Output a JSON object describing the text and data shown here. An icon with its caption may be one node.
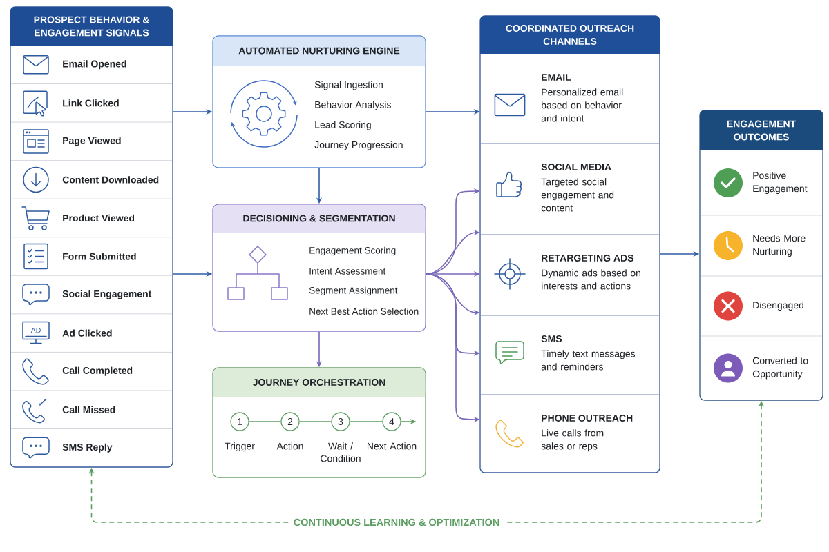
{
  "diagram": {
    "nodes": [
      {
        "text": [
          "PROSPECT BEHAVIOR & ENGAGEMENT SIGNALS"
        ]
      },
      {
        "text": [
          "Email Opened"
        ],
        "in": 0
      },
      {
        "text": [
          "Link Clicked"
        ],
        "in": 0
      },
      {
        "text": [
          "Page Viewed"
        ],
        "in": 0
      },
      {
        "text": [
          "Content Downloaded"
        ],
        "in": 0
      },
      {
        "text": [
          "Product Viewed"
        ],
        "in": 0
      },
      {
        "text": [
          "Form Submitted"
        ],
        "in": 0
      },
      {
        "text": [
          "Social Engagement"
        ],
        "in": 0
      },
      {
        "text": [
          "Ad Clicked"
        ],
        "in": 0
      },
      {
        "text": [
          "Call Completed"
        ],
        "in": 0
      },
      {
        "text": [
          "Call Missed"
        ],
        "in": 0
      },
      {
        "text": [
          "SMS Reply"
        ],
        "in": 0
      },
      {
        "text": [
          "AUTOMATED NURTURING ENGINE",
          "Signal Ingestion",
          "Behavior Analysis",
          "Lead Scoring",
          "Journey Progression"
        ]
      },
      {
        "text": [
          "DECISIONING & SEGMENTATION",
          "Engagement Scoring",
          "Intent Assessment",
          "Segment Assignment",
          "Next Best Action Selection"
        ]
      },
      {
        "text": [
          "JOURNEY ORCHESTRATION"
        ]
      },
      {
        "text": [
          "1"
        ],
        "beside": [
          "Trigger"
        ],
        "in": 14
      },
      {
        "text": [
          "2"
        ],
        "beside": [
          "Action"
        ],
        "in": 14
      },
      {
        "text": [
          "3"
        ],
        "beside": [
          "Wait / Condition"
        ],
        "in": 14
      },
      {
        "text": [
          "4"
        ],
        "beside": [
          "Next Action"
        ],
        "in": 14
      },
      {
        "text": [
          "COORDINATED OUTREACH CHANNELS"
        ]
      },
      {
        "text": [
          "EMAIL",
          "Personalized email based on behavior and intent"
        ],
        "in": 19
      },
      {
        "text": [
          "SOCIAL MEDIA",
          "Targeted social engagement and content"
        ],
        "in": 19
      },
      {
        "text": [
          "RETARGETING ADS",
          "Dynamic ads based on interests and actions"
        ],
        "in": 19
      },
      {
        "text": [
          "SMS",
          "Timely text messages and reminders"
        ],
        "in": 19
      },
      {
        "text": [
          "PHONE OUTREACH",
          "Live calls from sales or reps"
        ],
        "in": 19
      },
      {
        "text": [
          "ENGAGEMENT OUTCOMES"
        ]
      },
      {
        "text": [
          "Positive Engagement"
        ],
        "in": 25
      },
      {
        "text": [
          "Needs More Nurturing"
        ],
        "in": 25
      },
      {
        "text": [
          "Disengaged"
        ],
        "in": 25
      },
      {
        "text": [
          "Converted to Opportunity"
        ],
        "in": 25
      }
    ],
    "edges": [
      {
        "from": 0,
        "to": 12,
        "arrow": "to",
        "color": "#2f5da6"
      },
      {
        "from": 0,
        "to": 13,
        "arrow": "to",
        "color": "#2f5da6"
      },
      {
        "from": 12,
        "to": 20,
        "arrow": "to",
        "color": "#2f5da6"
      },
      {
        "from": 12,
        "to": 13,
        "arrow": "to",
        "color": "#2f5da6"
      },
      {
        "from": 13,
        "to": 14,
        "arrow": "to"
      },
      {
        "from": 13,
        "to": 21,
        "arrow": "to"
      },
      {
        "from": 13,
        "to": 21,
        "arrow": "to"
      },
      {
        "from": 13,
        "to": 22,
        "arrow": "to"
      },
      {
        "from": 13,
        "to": 22,
        "arrow": "to"
      },
      {
        "from": 13,
        "to": 23,
        "arrow": "to"
      },
      {
        "from": 13,
        "to": 24,
        "arrow": "to"
      },
      {
        "from": 15,
        "to": 16,
        "arrow": "none",
        "color": "#5c9e62"
      },
      {
        "from": 16,
        "to": 17,
        "arrow": "none",
        "color": "#5c9e62"
      },
      {
        "from": 17,
        "to": 18,
        "arrow": "none",
        "color": "#5c9e62"
      },
      {
        "from": 18,
        "to": null,
        "arrow": "to",
        "color": "#5c9e62"
      },
      {
        "from": 19,
        "to": 25,
        "arrow": "to",
        "color": "#2f5da6"
      },
      {
        "from": 25,
        "to": 0,
        "arrow": "both",
        "label": "CONTINUOUS LEARNING & OPTIMIZATION",
        "style": "dashed",
        "color": "#5c9e62"
      }
    ],
    "labels": [
      "AD"
    ]
  }
}
